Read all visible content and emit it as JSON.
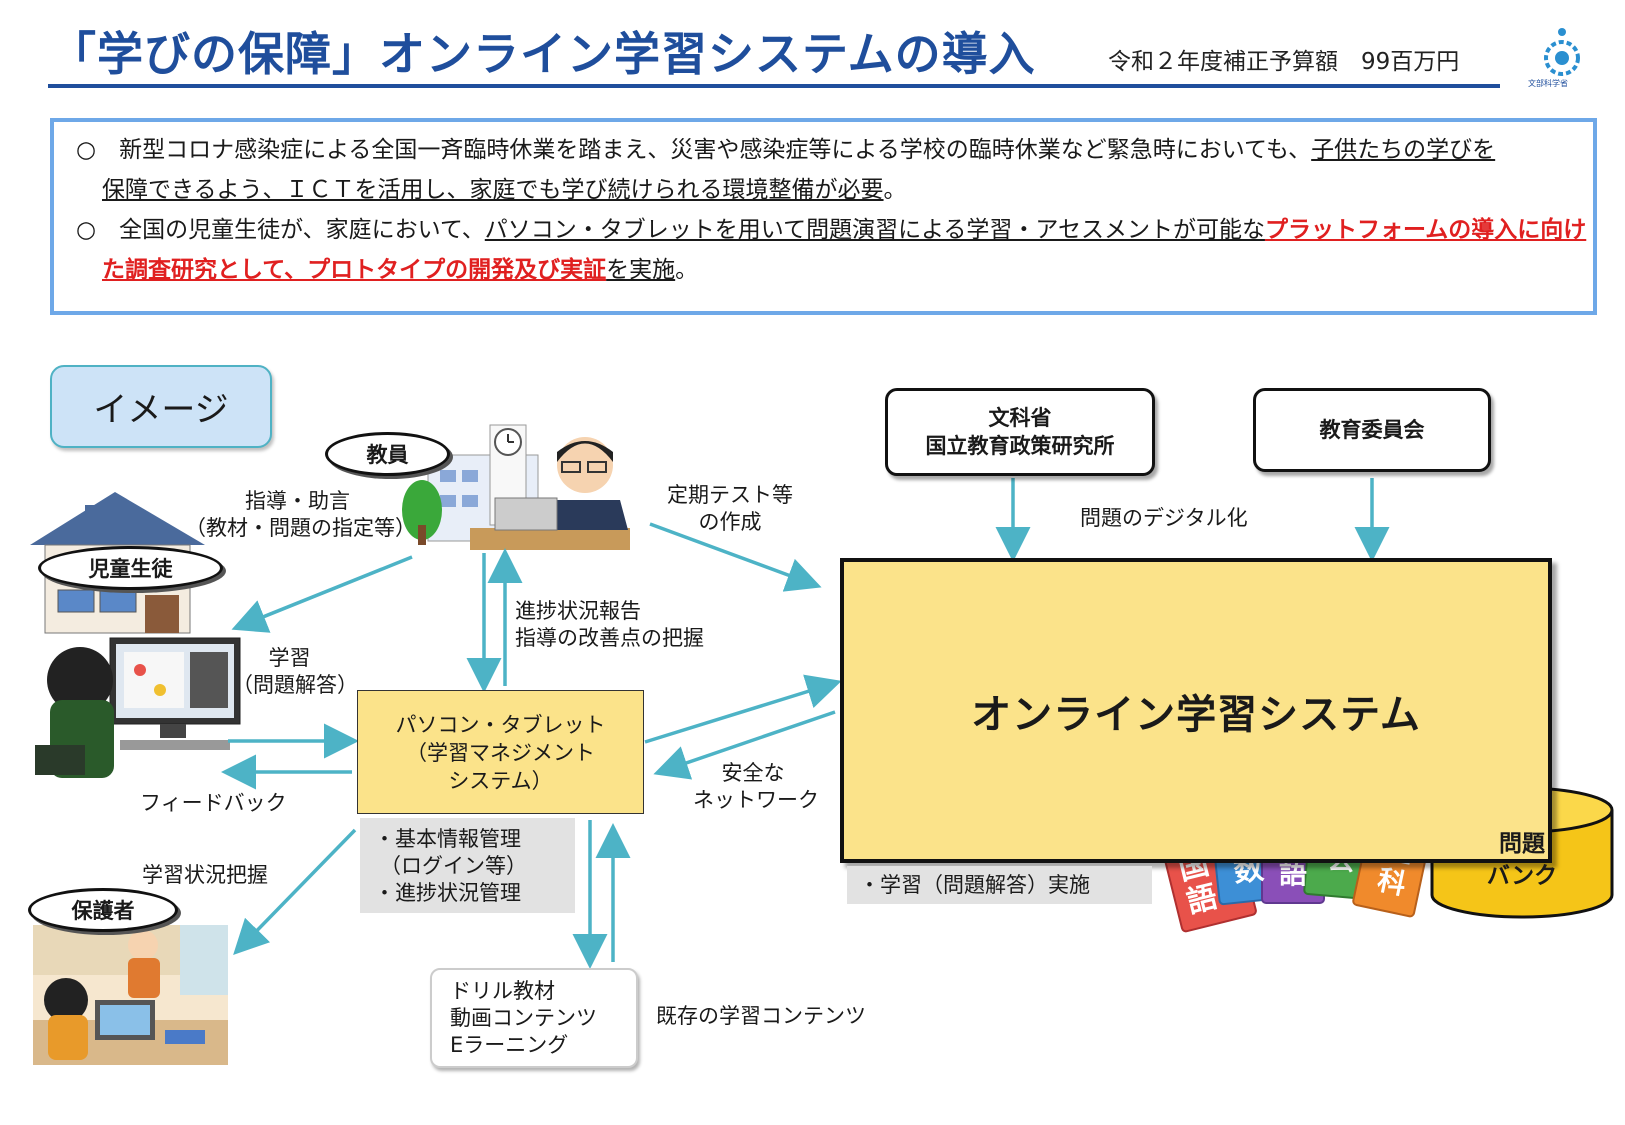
{
  "header": {
    "title": "「学びの保障」オンライン学習システムの導入",
    "budget": "令和２年度補正予算額　99百万円",
    "logo_text": "文部科学省"
  },
  "summary": {
    "bullet1_a": "○　新型コロナ感染症による全国一斉臨時休業を踏まえ、災害や感染症等による学校の臨時休業など緊急時においても、",
    "bullet1_u1": "子供たちの学びを",
    "bullet1_u2": "保障できるよう、ＩＣＴを活用し、家庭でも学び続けられる環境整備が必要",
    "bullet1_end": "。",
    "bullet2_a": "○　全国の児童生徒が、家庭において、",
    "bullet2_u": "パソコン・タブレットを用いて問題演習による学習・アセスメントが可能な",
    "bullet2_red1": "プラットフォームの導入に向け",
    "bullet2_red2": "た調査研究として、プロトタイプの開発及び実証",
    "bullet2_u2": "を実施",
    "bullet2_end": "。"
  },
  "diagram": {
    "image_label": "イメージ",
    "teacher": "教員",
    "student": "児童生徒",
    "guardian": "保護者",
    "mext_line1": "文科省",
    "mext_line2": "国立教育政策研究所",
    "board": "教育委員会",
    "system": "オンライン学習システム",
    "pc_line1": "パソコン・タブレット",
    "pc_line2": "（学習マネジメント",
    "pc_line3": "システム）",
    "pc_features": [
      "・基本情報管理",
      "（ログイン等）",
      "・進捗状況管理"
    ],
    "system_feature": "・学習（問題解答）実施",
    "drill_items": [
      "ドリル教材",
      "動画コンテンツ",
      "Eラーニング"
    ],
    "bank_line1": "問題",
    "bank_line2": "バンク",
    "labels": {
      "guidance_1": "指導・助言",
      "guidance_2": "（教材・問題の指定等）",
      "test_1": "定期テスト等",
      "test_2": "の作成",
      "digital": "問題のデジタル化",
      "progress_1": "進捗状況報告",
      "progress_2": "指導の改善点の把握",
      "learning_1": "学習",
      "learning_2": "（問題解答）",
      "feedback": "フィードバック",
      "secure_1": "安全な",
      "secure_2": "ネットワーク",
      "status": "学習状況把握",
      "existing": "既存の学習コンテンツ"
    },
    "books": [
      "国語",
      "算数",
      "英語",
      "社会",
      "理科"
    ],
    "book_colors": [
      "#e8524a",
      "#3d8fd6",
      "#8a4fb8",
      "#4caa4c",
      "#f08a2c"
    ],
    "accent_arrow": "#4db3c6"
  }
}
